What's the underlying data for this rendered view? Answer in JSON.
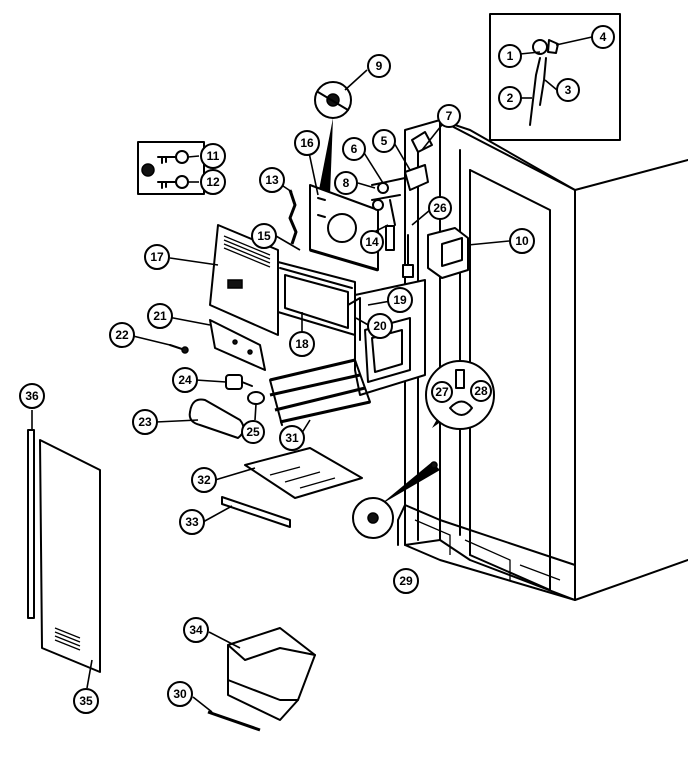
{
  "callouts": {
    "c1": "1",
    "c2": "2",
    "c3": "3",
    "c4": "4",
    "c5": "5",
    "c6": "6",
    "c7": "7",
    "c8": "8",
    "c9": "9",
    "c10": "10",
    "c11": "11",
    "c12": "12",
    "c13": "13",
    "c14": "14",
    "c15": "15",
    "c16": "16",
    "c17": "17",
    "c19": "19",
    "c18": "18",
    "c20": "20",
    "c21": "21",
    "c22": "22",
    "c23": "23",
    "c24": "24",
    "c25": "25",
    "c26": "26",
    "c27": "27",
    "c28": "28",
    "c29": "29",
    "c30": "30",
    "c31": "31",
    "c32": "32",
    "c33": "33",
    "c34": "34",
    "c35": "35",
    "c36": "36"
  },
  "icons": {
    "key_icon_a": "key-icon",
    "key_icon_b": "key-icon"
  },
  "colors": {
    "line": "#000000",
    "background": "#ffffff"
  }
}
